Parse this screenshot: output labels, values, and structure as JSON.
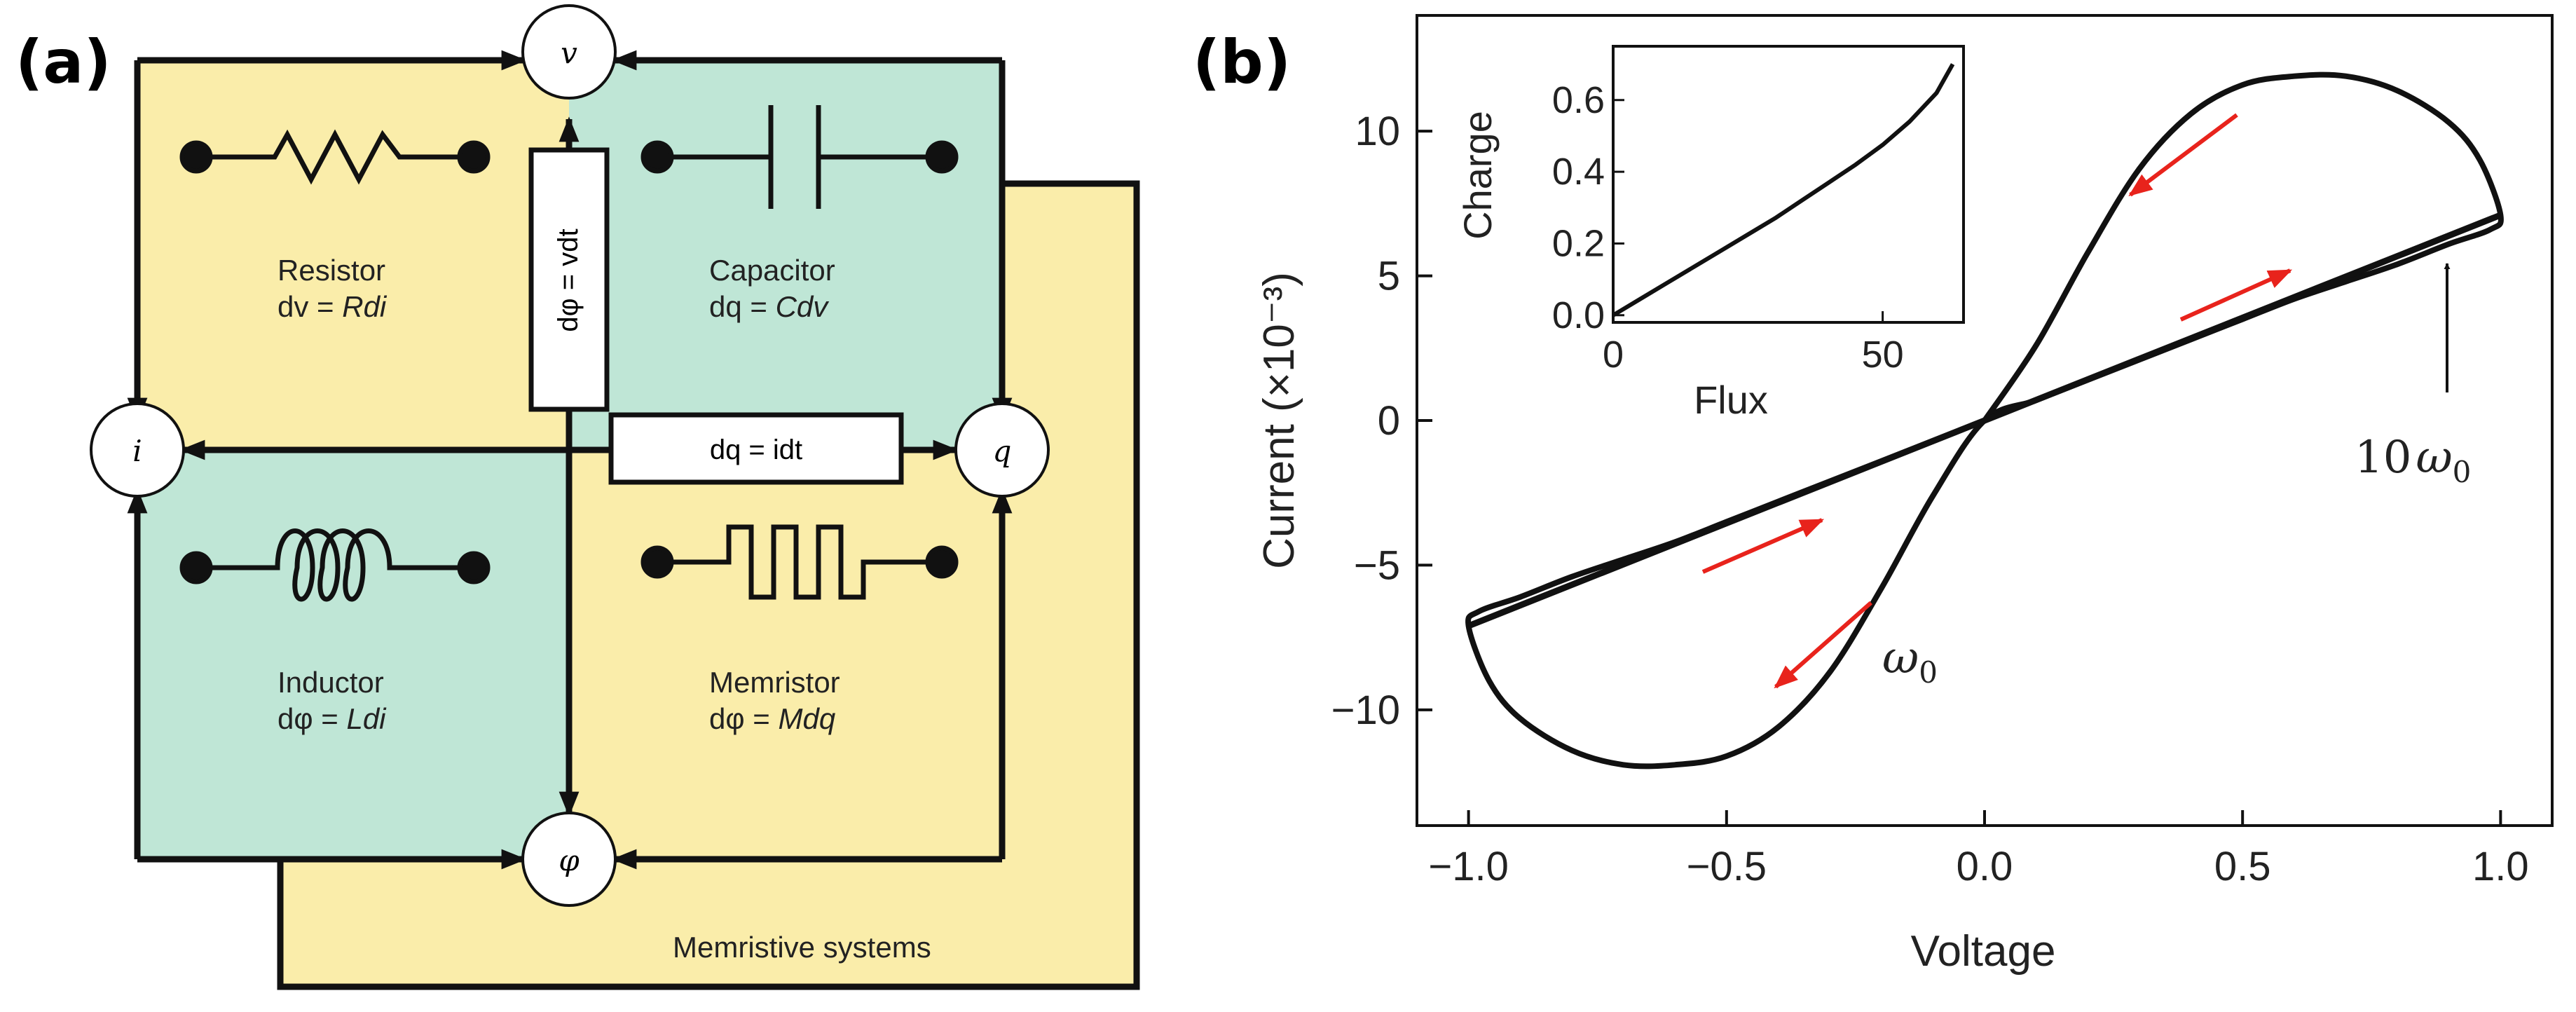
{
  "panel_a": {
    "label": "(a)",
    "nodes": {
      "v": "v",
      "i": "i",
      "q": "q",
      "phi": "φ"
    },
    "resistor": {
      "name": "Resistor",
      "lhs": "dv = ",
      "rhs": "Rdi"
    },
    "capacitor": {
      "name": "Capacitor",
      "lhs_q": "dq",
      "mid": " = ",
      "rhs": "Cdv"
    },
    "inductor": {
      "name": "Inductor",
      "lhs": "dφ = ",
      "rhs": "Ldi"
    },
    "memristor": {
      "name": "Memristor",
      "lhs": "dφ = ",
      "rhs": "Mdq"
    },
    "box_vertical": "dφ = vdt",
    "box_horizontal": "dq = idt",
    "outer_label": "Memristive systems",
    "colors": {
      "yellow": "#faedaa",
      "green": "#bfe6d6",
      "line": "#111111"
    }
  },
  "panel_b": {
    "label": "(b)",
    "ylabel": "Current (×10⁻³)",
    "xlabel": "Voltage",
    "annotation_w0": "ω",
    "annotation_w0_sub": "0",
    "annotation_10w0_prefix": "10",
    "annotation_10w0_w": "ω",
    "annotation_10w0_sub": "0",
    "x_ticks": [
      "−1.0",
      "−0.5",
      "0.0",
      "0.5",
      "1.0"
    ],
    "y_ticks": [
      "10",
      "5",
      "0",
      "−5",
      "−10"
    ],
    "inset": {
      "xlabel": "Flux",
      "ylabel": "Charge",
      "x_ticks": [
        "0",
        "50"
      ],
      "y_ticks": [
        "0.6",
        "0.4",
        "0.2",
        "0.0"
      ]
    },
    "arrow_color": "#e8231c"
  },
  "chart_data": [
    {
      "type": "line",
      "title": "",
      "xlabel": "Voltage",
      "ylabel": "Current (×10⁻³)",
      "xlim": [
        -1.1,
        1.1
      ],
      "ylim": [
        -14,
        14
      ],
      "series": [
        {
          "name": "ω0",
          "x": [
            0.0,
            0.1,
            0.2,
            0.3,
            0.4,
            0.5,
            0.6,
            0.7,
            0.8,
            0.9,
            0.96,
            1.0,
            0.98,
            0.9,
            0.8,
            0.7,
            0.6,
            0.5,
            0.4,
            0.3,
            0.2,
            0.1,
            0.0,
            -0.1,
            -0.2,
            -0.3,
            -0.4,
            -0.5,
            -0.6,
            -0.7,
            -0.8,
            -0.9,
            -0.96,
            -1.0,
            -0.98,
            -0.9,
            -0.8,
            -0.7,
            -0.6,
            -0.5,
            -0.4,
            -0.3,
            -0.2,
            -0.1,
            0.0
          ],
          "y": [
            0.0,
            2.6,
            5.8,
            8.7,
            10.6,
            11.6,
            11.9,
            11.9,
            11.4,
            10.3,
            9.0,
            7.1,
            6.6,
            6.1,
            5.4,
            4.8,
            4.2,
            3.5,
            2.8,
            2.1,
            1.4,
            0.7,
            0.0,
            -2.6,
            -5.8,
            -8.7,
            -10.6,
            -11.6,
            -11.9,
            -11.9,
            -11.4,
            -10.3,
            -9.0,
            -7.1,
            -6.6,
            -6.1,
            -5.4,
            -4.8,
            -4.2,
            -3.5,
            -2.8,
            -2.1,
            -1.4,
            -0.7,
            0.0
          ]
        },
        {
          "name": "10ω0",
          "x": [
            -1.0,
            1.0
          ],
          "y": [
            -7.1,
            7.1
          ]
        }
      ]
    },
    {
      "type": "line",
      "title": "",
      "xlabel": "Flux",
      "ylabel": "Charge",
      "xlim": [
        0,
        65
      ],
      "ylim": [
        -0.02,
        0.75
      ],
      "series": [
        {
          "name": "",
          "x": [
            0,
            5,
            10,
            15,
            20,
            25,
            30,
            35,
            40,
            45,
            50,
            55,
            60,
            63
          ],
          "y": [
            0.0,
            0.045,
            0.09,
            0.135,
            0.18,
            0.225,
            0.27,
            0.32,
            0.37,
            0.42,
            0.475,
            0.54,
            0.62,
            0.7
          ]
        }
      ]
    }
  ]
}
